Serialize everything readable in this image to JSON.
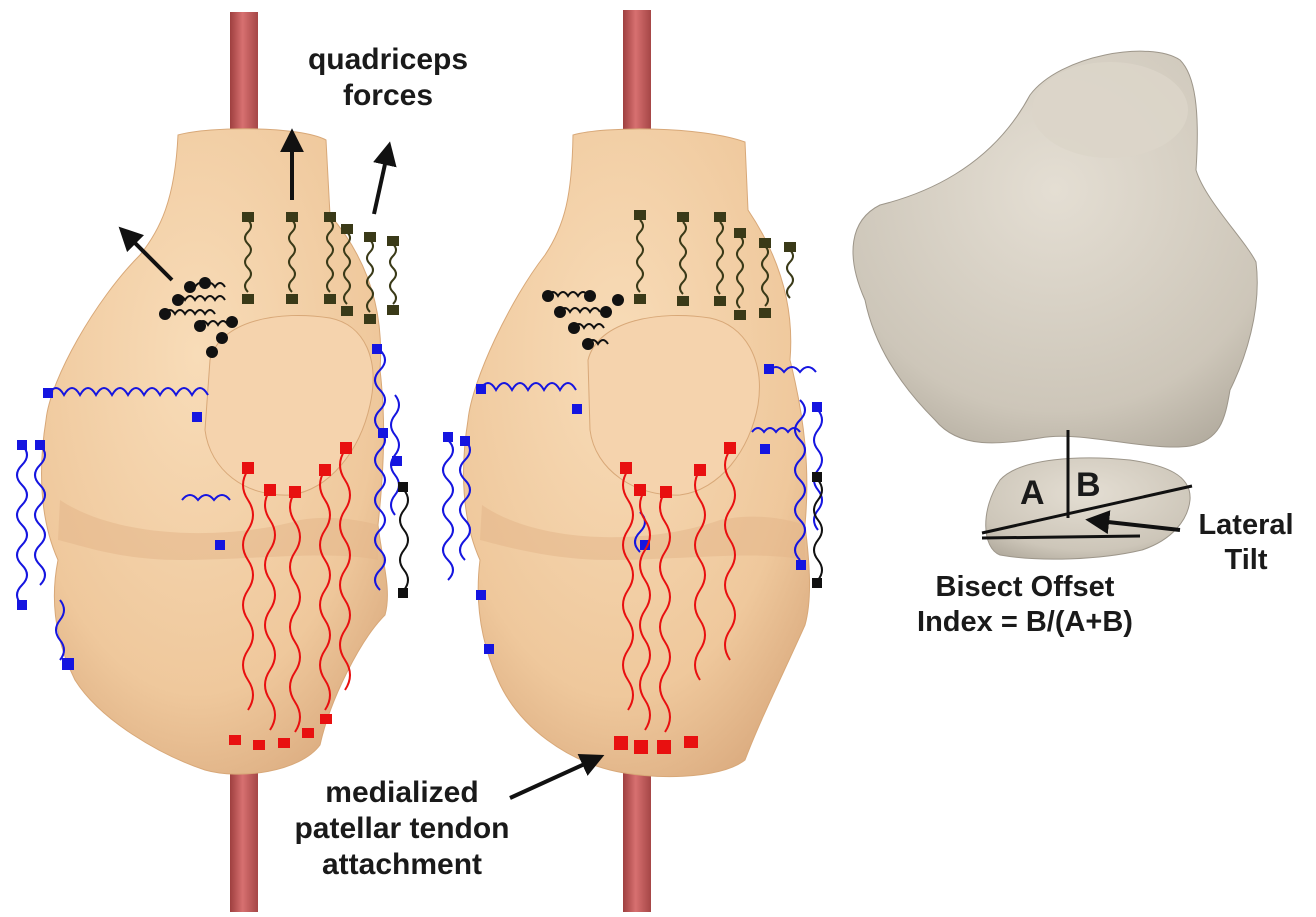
{
  "labels": {
    "quadriceps_line1": "quadriceps",
    "quadriceps_line2": "forces",
    "medialized_line1": "medialized",
    "medialized_line2": "patellar tendon",
    "medialized_line3": "attachment",
    "bisect_line1": "Bisect Offset",
    "bisect_line2": "Index = B/(A+B)",
    "lateral_line1": "Lateral",
    "lateral_line2": "Tilt",
    "segment_a": "A",
    "segment_b": "B"
  },
  "colors": {
    "bone": "#f2cfa6",
    "bone_shadow": "#dcae84",
    "shaft": "#c55e5e",
    "ligament_blue": "#1515e0",
    "tendon_red": "#e81010",
    "quad_spring": "#3a3a18",
    "oblique_spring": "#111111",
    "grey_bone": "#d8d2c6",
    "grey_bone_shadow": "#b7b0a3"
  }
}
